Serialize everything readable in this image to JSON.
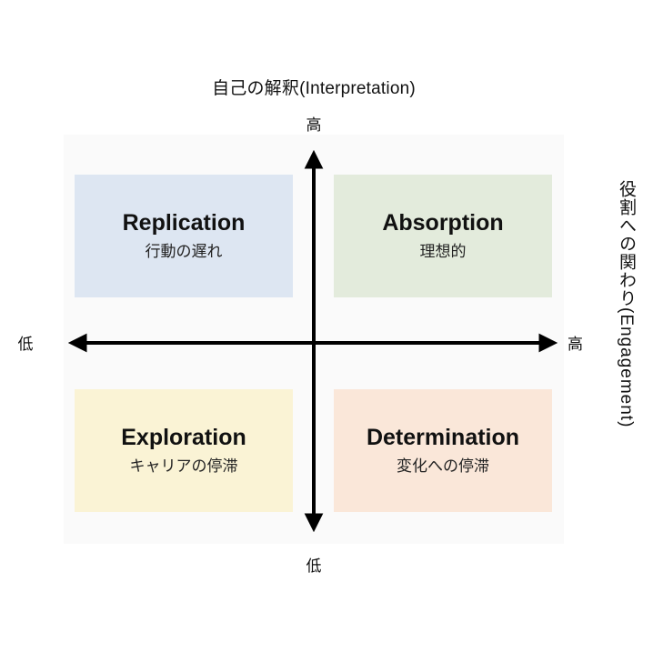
{
  "chart_data": {
    "type": "table",
    "title": "",
    "layout": "2x2-matrix",
    "xlabel": "役割への関わり(Engagement)",
    "ylabel": "自己の解釈(Interpretation)",
    "x_axis": {
      "label": "役割への関わり(Engagement)",
      "low_tick": "低",
      "high_tick": "高",
      "position": "right"
    },
    "y_axis": {
      "label": "自己の解釈(Interpretation)",
      "low_tick": "低",
      "high_tick": "高",
      "position": "top"
    },
    "grid": false,
    "legend": "none",
    "quadrants": [
      {
        "id": "replication",
        "position": "top-left",
        "x_level": "低",
        "y_level": "高",
        "title": "Replication",
        "subtitle": "行動の遅れ",
        "color": "#dde6f2"
      },
      {
        "id": "absorption",
        "position": "top-right",
        "x_level": "高",
        "y_level": "高",
        "title": "Absorption",
        "subtitle": "理想的",
        "color": "#e3ebdc"
      },
      {
        "id": "exploration",
        "position": "bottom-left",
        "x_level": "低",
        "y_level": "低",
        "title": "Exploration",
        "subtitle": "キャリアの停滞",
        "color": "#faf3d5"
      },
      {
        "id": "determination",
        "position": "bottom-right",
        "x_level": "高",
        "y_level": "低",
        "title": "Determination",
        "subtitle": "変化への停滞",
        "color": "#fae7d9"
      }
    ]
  },
  "axes": {
    "top_title": "自己の解釈(Interpretation)",
    "right_title": "役割への関わり(Engagement)",
    "tick_top": "高",
    "tick_bottom": "低",
    "tick_left": "低",
    "tick_right": "高",
    "axis_color": "#000000",
    "plot_background": "#fafafa"
  },
  "quadrants": {
    "top_left": {
      "title": "Replication",
      "subtitle": "行動の遅れ"
    },
    "top_right": {
      "title": "Absorption",
      "subtitle": "理想的"
    },
    "bottom_left": {
      "title": "Exploration",
      "subtitle": "キャリアの停滞"
    },
    "bottom_right": {
      "title": "Determination",
      "subtitle": "変化への停滞"
    }
  }
}
